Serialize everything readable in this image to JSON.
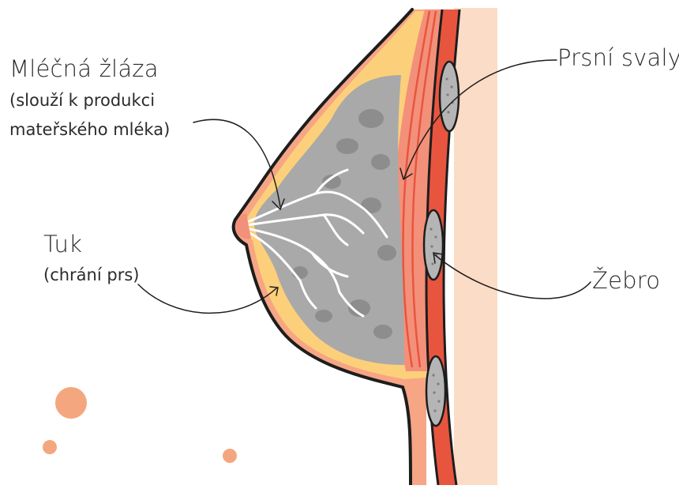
{
  "labels": {
    "gland_title": "Mléčná žláza",
    "gland_sub_1": "(slouží k produkci",
    "gland_sub_2": "mateřského mléka)",
    "fat_title": "Tuk",
    "fat_sub": "(chrání prs)",
    "muscles_title": "Prsní svaly",
    "rib_title": "Žebro"
  },
  "colors": {
    "skin_background": "#fbdcc6",
    "fat": "#fcd07a",
    "skin_edge": "#f6a585",
    "muscle": "#f3907a",
    "muscle_dark": "#e8553f",
    "gland": "#a9a9a9",
    "gland_lobule": "#8d8d8d",
    "rib": "#b5b5b5",
    "outline": "#1d1d1d",
    "dots": "#f4a77f",
    "text": "#2b2b2b"
  }
}
